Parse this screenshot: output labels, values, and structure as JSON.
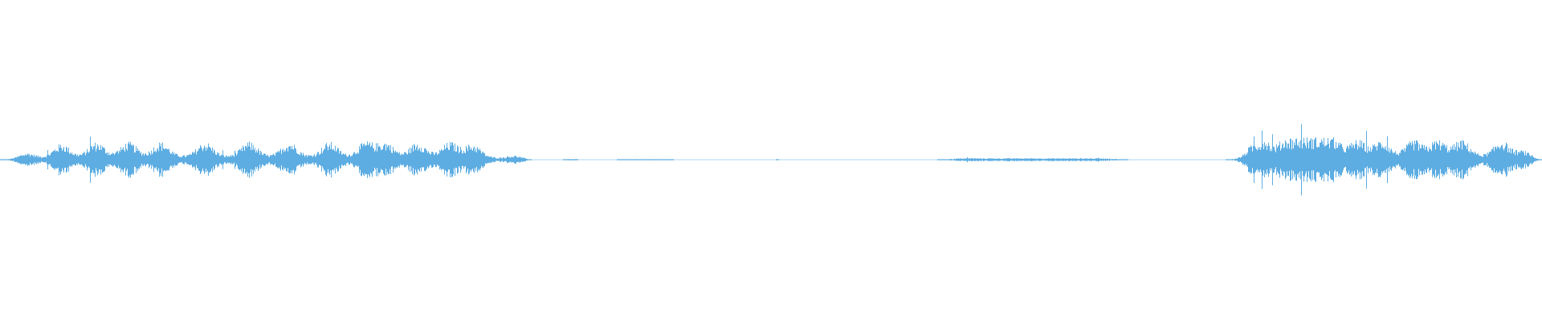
{
  "waveform": {
    "color": "#5dade2",
    "segments": [
      {
        "start": 0.0,
        "end": 0.345,
        "level": 0.9
      },
      {
        "start": 0.365,
        "end": 0.375,
        "level": 0.15
      },
      {
        "start": 0.4,
        "end": 0.437,
        "level": 0.12
      },
      {
        "start": 0.503,
        "end": 0.505,
        "level": 0.05
      },
      {
        "start": 0.608,
        "end": 0.732,
        "level": 0.35
      },
      {
        "start": 0.795,
        "end": 1.0,
        "level": 1.0
      }
    ]
  }
}
